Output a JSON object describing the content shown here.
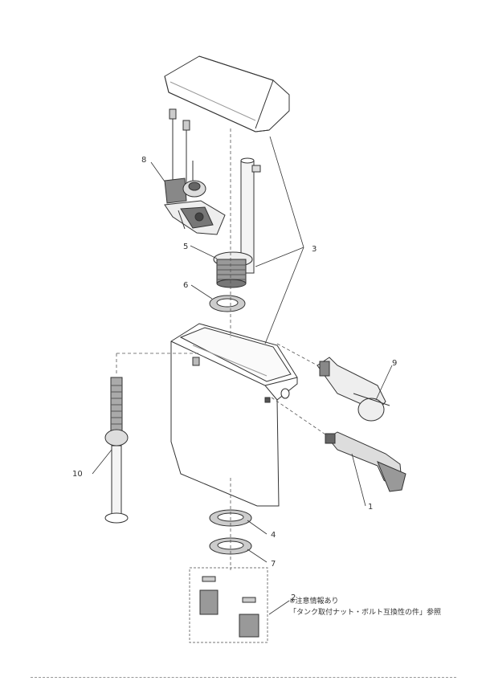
{
  "callouts": {
    "c1": "1",
    "c2": "2",
    "c3": "3",
    "c4": "4",
    "c5": "5",
    "c6": "6",
    "c7": "7",
    "c8": "8",
    "c9": "9",
    "c10": "10"
  },
  "notes": {
    "line1": "※注意情報あり",
    "line2": "「タンク取付ナット・ボルト互換性の件」参照"
  },
  "colors": {
    "line": "#333333",
    "shade": "#9a9a9a"
  }
}
